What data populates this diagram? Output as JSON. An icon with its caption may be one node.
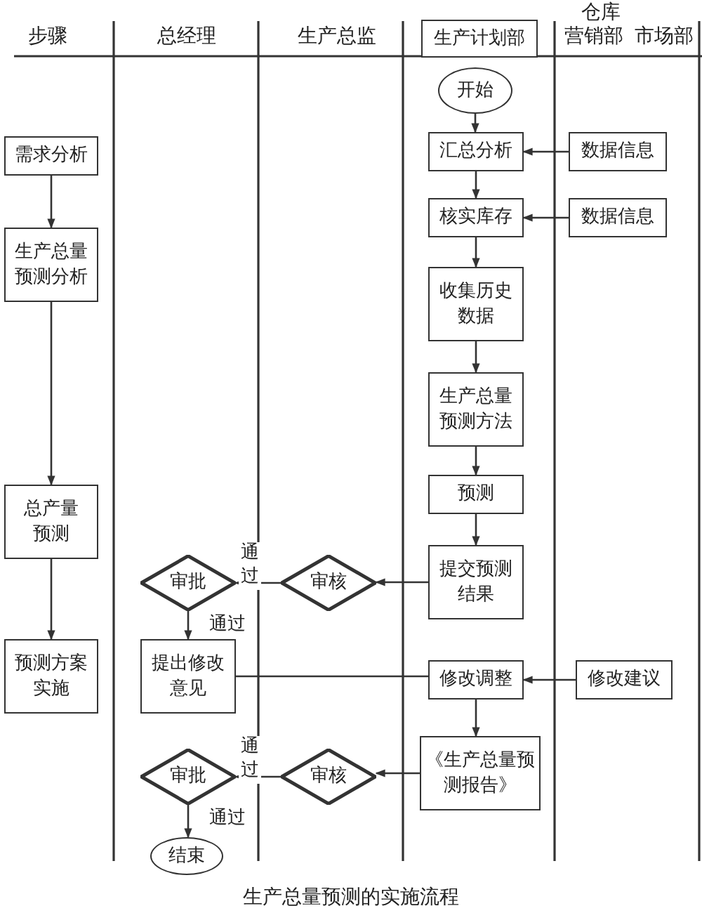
{
  "diagram": {
    "caption": "生产总量预测的实施流程",
    "nodes": [
      {
        "text": [
          "需求分析"
        ]
      },
      {
        "text": [
          "生产总量预测分析"
        ]
      },
      {
        "text": [
          "总产量预测"
        ]
      },
      {
        "text": [
          "预测方案实施"
        ]
      },
      {
        "text": [
          "生产计划部"
        ]
      },
      {
        "text": [
          "开始"
        ]
      },
      {
        "text": [
          "汇总分析"
        ]
      },
      {
        "text": [
          "数据信息"
        ]
      },
      {
        "text": [
          "核实库存"
        ]
      },
      {
        "text": [
          "数据信息"
        ]
      },
      {
        "text": [
          "收集历史数据"
        ]
      },
      {
        "text": [
          "生产总量预测方法"
        ]
      },
      {
        "text": [
          "预测"
        ]
      },
      {
        "text": [
          "提交预测结果"
        ]
      },
      {
        "text": [
          "审核"
        ]
      },
      {
        "text": [
          "审批"
        ]
      },
      {
        "text": [
          "提出修改意见"
        ]
      },
      {
        "text": [
          "修改调整"
        ]
      },
      {
        "text": [
          "修改建议"
        ]
      },
      {
        "text": [
          "《生产总量预测报告》"
        ]
      },
      {
        "text": [
          "审核"
        ]
      },
      {
        "text": [
          "审批"
        ]
      },
      {
        "text": [
          "结束"
        ]
      }
    ],
    "edges": [
      {
        "from": 0,
        "to": 1,
        "arrow": "to"
      },
      {
        "from": 1,
        "to": 2,
        "arrow": "to"
      },
      {
        "from": 2,
        "to": 3,
        "arrow": "to"
      },
      {
        "from": 5,
        "to": 6,
        "arrow": "to"
      },
      {
        "from": 7,
        "to": 6,
        "arrow": "to"
      },
      {
        "from": 6,
        "to": 8,
        "arrow": "to"
      },
      {
        "from": 9,
        "to": 8,
        "arrow": "to"
      },
      {
        "from": 8,
        "to": 10,
        "arrow": "to"
      },
      {
        "from": 10,
        "to": 11,
        "arrow": "to"
      },
      {
        "from": 11,
        "to": 12,
        "arrow": "to"
      },
      {
        "from": 12,
        "to": 13,
        "arrow": "to"
      },
      {
        "from": 13,
        "to": 14,
        "arrow": "to"
      },
      {
        "from": 14,
        "to": 15,
        "arrow": "to",
        "label": "通过"
      },
      {
        "from": 15,
        "to": 16,
        "arrow": "to",
        "label": "通过"
      },
      {
        "from": 16,
        "to": 17,
        "arrow": "none"
      },
      {
        "from": 18,
        "to": 17,
        "arrow": "to"
      },
      {
        "from": 17,
        "to": 19,
        "arrow": "to"
      },
      {
        "from": 19,
        "to": 20,
        "arrow": "to"
      },
      {
        "from": 20,
        "to": 21,
        "arrow": "to",
        "label": "通过"
      },
      {
        "from": 21,
        "to": 22,
        "arrow": "to",
        "label": "通过"
      }
    ],
    "labels": [
      "步骤",
      "总经理",
      "生产总监",
      "仓库",
      "营销部",
      "市场部"
    ]
  }
}
